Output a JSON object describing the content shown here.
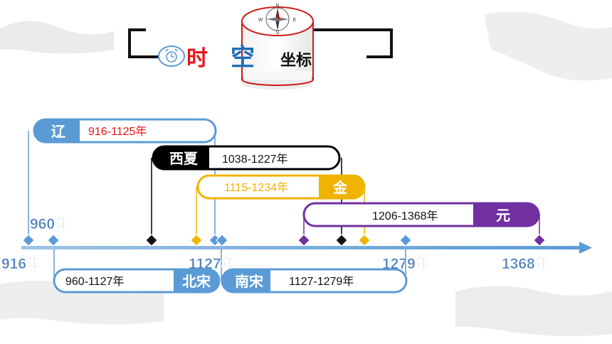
{
  "header": {
    "title_parts": [
      "时",
      "空",
      "坐标"
    ],
    "compass_letters": [
      "N",
      "W",
      "E",
      "S"
    ],
    "colors": {
      "shi": "#e8141b",
      "kong": "#1d6fb8",
      "zuobiao": "#111111"
    }
  },
  "timeline": {
    "ticks": [
      "916年",
      "960年",
      "1127年",
      "1279年",
      "1368年"
    ]
  },
  "dynasties": {
    "liao": {
      "name": "辽",
      "range": "916-1125年",
      "color": "#5b9bd5",
      "range_color": "#e8141b"
    },
    "xixia": {
      "name": "西夏",
      "range": "1038-1227年",
      "color": "#000000",
      "range_color": "#111111"
    },
    "jin": {
      "name": "金",
      "range": "1115-1234年",
      "color": "#f0b400",
      "range_color": "#f0b400"
    },
    "yuan": {
      "name": "元",
      "range": "1206-1368年",
      "color": "#7030a0",
      "range_color": "#111111"
    },
    "beisong": {
      "name": "北宋",
      "range": "960-1127年",
      "color": "#5b9bd5",
      "range_color": "#111111"
    },
    "nansong": {
      "name": "南宋",
      "range": "1127-1279年",
      "color": "#5b9bd5",
      "range_color": "#111111"
    }
  }
}
